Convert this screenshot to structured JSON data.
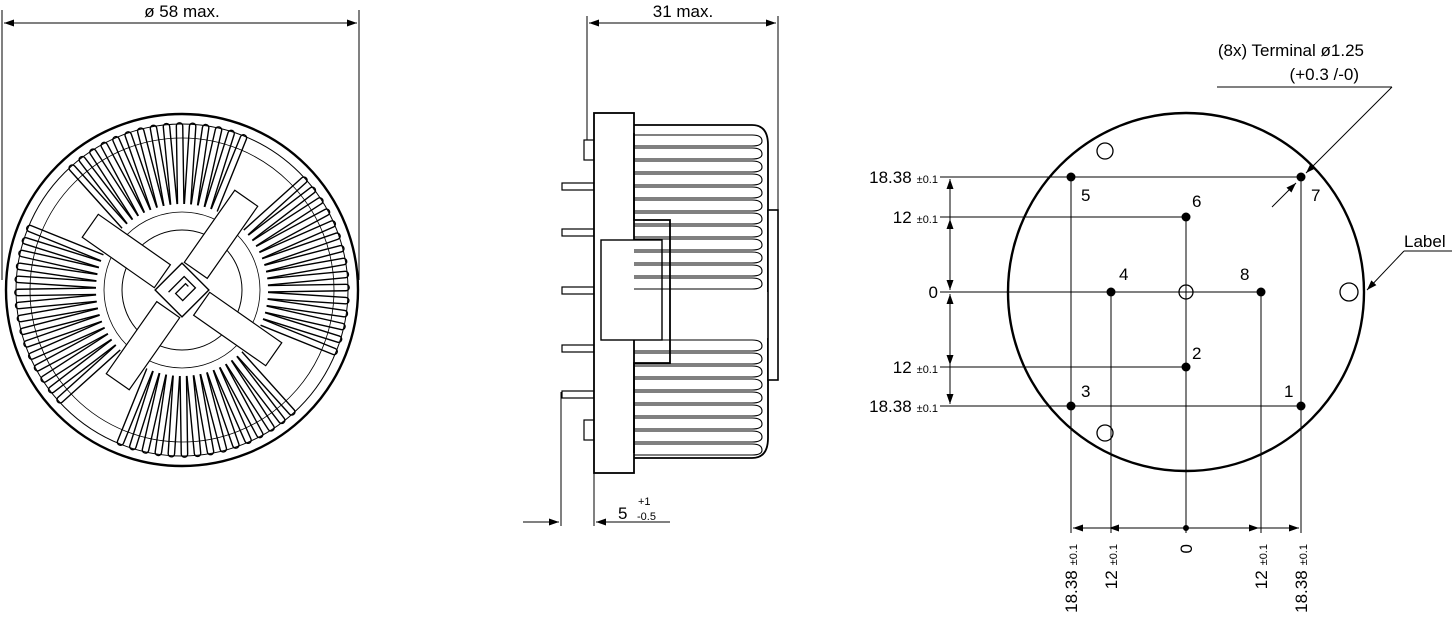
{
  "front_view": {
    "diameter_label": "ø 58 max."
  },
  "side_view": {
    "depth_label": "31 max.",
    "pin_length": {
      "value": "5",
      "tol_plus": "+1",
      "tol_minus": "-0.5"
    }
  },
  "pin_view": {
    "terminal_label": {
      "line1": "(8x) Terminal ø1.25",
      "line2": "(+0.3 /-0)"
    },
    "label_callout": "Label",
    "pins": [
      "1",
      "2",
      "3",
      "4",
      "5",
      "6",
      "7",
      "8"
    ],
    "left_dims": [
      {
        "value": "18.38",
        "tol": "±0.1"
      },
      {
        "value": "12",
        "tol": "±0.1"
      },
      {
        "value": "0",
        "tol": ""
      },
      {
        "value": "12",
        "tol": "±0.1"
      },
      {
        "value": "18.38",
        "tol": "±0.1"
      }
    ],
    "bottom_dims": [
      {
        "value": "18.38",
        "tol": "±0.1"
      },
      {
        "value": "12",
        "tol": "±0.1"
      },
      {
        "value": "0",
        "tol": ""
      },
      {
        "value": "12",
        "tol": "±0.1"
      },
      {
        "value": "18.38",
        "tol": "±0.1"
      }
    ]
  }
}
